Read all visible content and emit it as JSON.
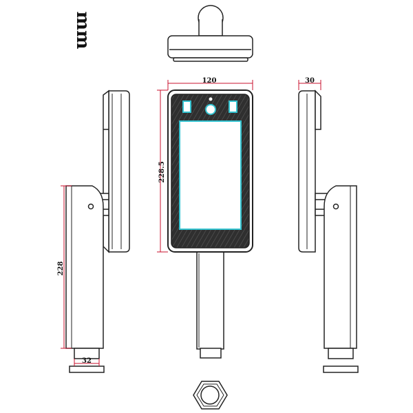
{
  "drawing": {
    "unit_label": "mm",
    "dimensions": {
      "front_width": "120",
      "front_height": "228.5",
      "side_depth": "30",
      "pole_height": "228",
      "pole_width": "32"
    }
  },
  "colors": {
    "line": "#222222",
    "dimension": "#c8102e",
    "screen_outline": "#33c3d0",
    "screen_fill": "#2a2a2a"
  }
}
